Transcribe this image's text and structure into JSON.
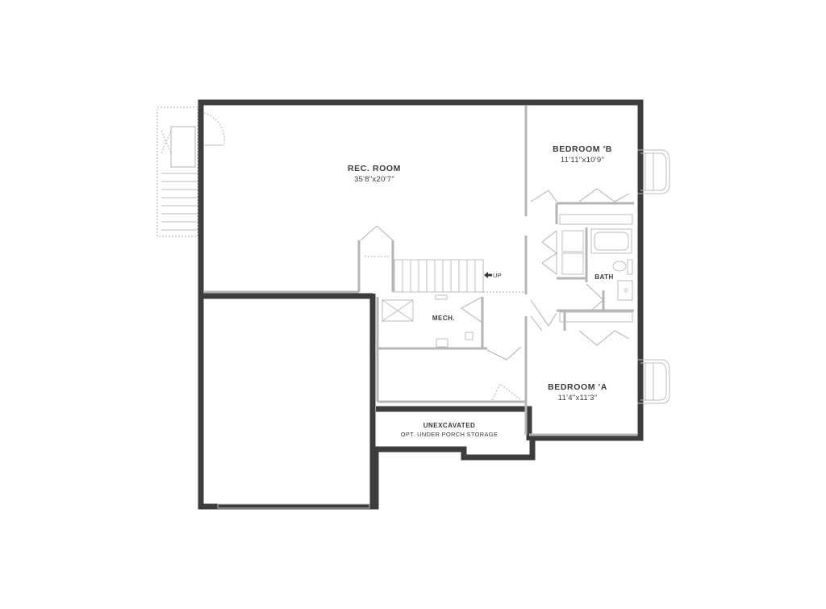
{
  "rooms": {
    "rec_room": {
      "name": "REC. ROOM",
      "dims": "35'8\"x20'7\""
    },
    "bedroom_b": {
      "name": "BEDROOM 'B",
      "dims": "11'11\"x10'9\""
    },
    "bedroom_a": {
      "name": "BEDROOM 'A",
      "dims": "11'4\"x11'3\""
    },
    "bath": {
      "name": "BATH"
    },
    "mech": {
      "name": "MECH."
    },
    "unexcavated": {
      "name": "UNEXCAVATED",
      "note": "OPT. UNDER PORCH STORAGE"
    }
  },
  "stairs": {
    "up_label": "UP"
  },
  "colors": {
    "exterior_wall": "#3d3d3d",
    "interior_wall": "#b5b5b5",
    "background": "#ffffff"
  },
  "icons": [
    "arrow-left-icon"
  ]
}
